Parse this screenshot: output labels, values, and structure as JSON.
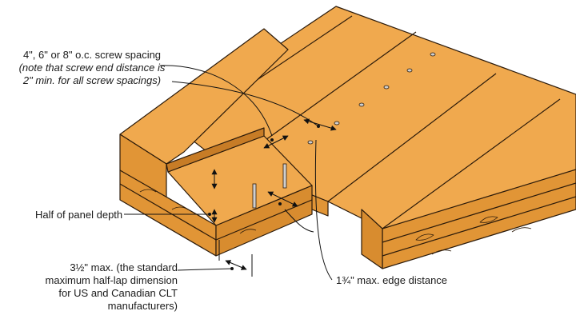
{
  "callouts": {
    "screw_spacing": {
      "line1": "4\", 6\" or 8\" o.c. screw spacing",
      "line2": "(note that screw end distance is",
      "line3": "2\" min. for all screw spacings)"
    },
    "half_depth": "Half of panel depth",
    "half_lap": {
      "line1": "3½\" max. (the standard",
      "line2": "maximum half-lap dimension",
      "line3": "for US and Canadian CLT",
      "line4": "manufacturers)"
    },
    "edge_distance": "1¾\" max. edge distance"
  },
  "colors": {
    "wood_top": "#f0a94e",
    "wood_side": "#e19536",
    "wood_dark": "#c77c26",
    "outline": "#2b1a0a",
    "screw": "#cfcfcf"
  }
}
